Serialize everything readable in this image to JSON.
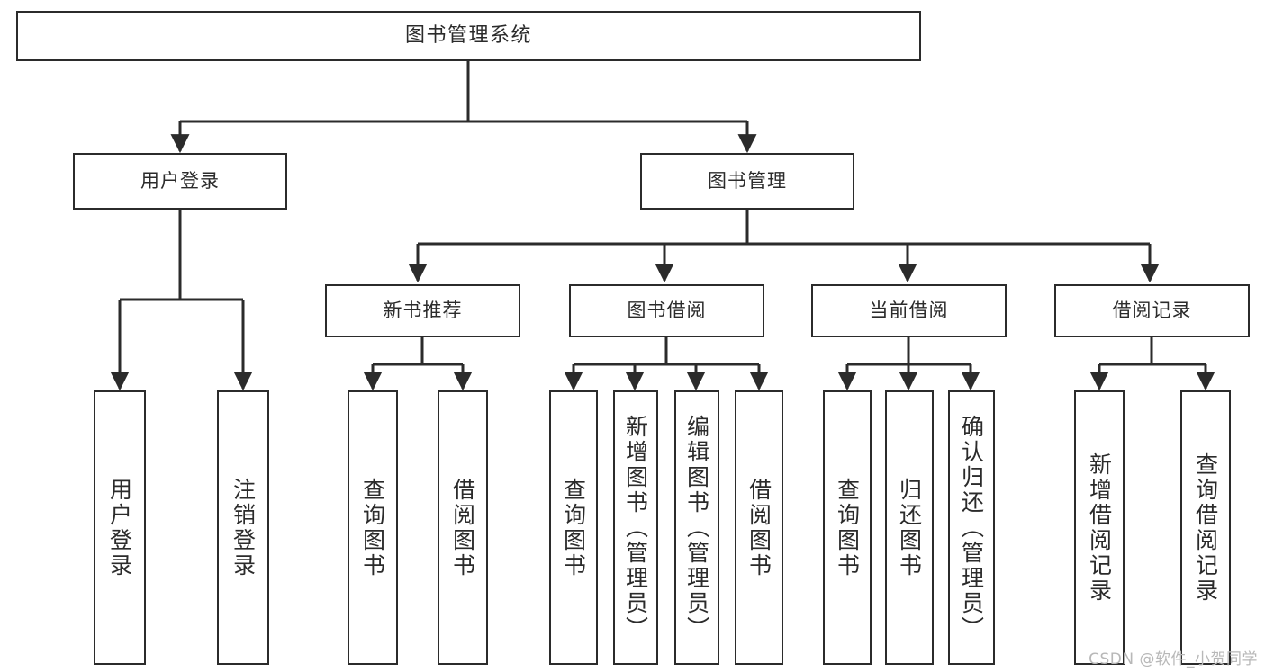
{
  "diagram": {
    "title": "图书管理系统",
    "type": "tree-hierarchy",
    "orientation": "top-down",
    "colors": {
      "stroke": "#2b2b2b",
      "fill": "#ffffff",
      "background": "#ffffff",
      "watermark": "#b8b8b8"
    }
  },
  "watermark": {
    "text": "CSDN @软件_小贺同学"
  },
  "nodes": {
    "root": {
      "label": "图书管理系统"
    },
    "level1": [
      {
        "id": "user-login",
        "label": "用户登录"
      },
      {
        "id": "book-manage",
        "label": "图书管理"
      }
    ],
    "level2": [
      {
        "id": "new-book-rec",
        "label": "新书推荐"
      },
      {
        "id": "book-borrow",
        "label": "图书借阅"
      },
      {
        "id": "current-borrow",
        "label": "当前借阅"
      },
      {
        "id": "borrow-record",
        "label": "借阅记录"
      }
    ],
    "leaves": {
      "user-login": [
        {
          "id": "leaf-user-login",
          "label": "用户登录"
        },
        {
          "id": "leaf-logout-login",
          "label": "注销登录"
        }
      ],
      "new-book-rec": [
        {
          "id": "leaf-query-book-1",
          "label": "查询图书"
        },
        {
          "id": "leaf-borrow-book-1",
          "label": "借阅图书"
        }
      ],
      "book-borrow": [
        {
          "id": "leaf-query-book-2",
          "label": "查询图书"
        },
        {
          "id": "leaf-add-book",
          "label": "新增图书（管理员）"
        },
        {
          "id": "leaf-edit-book",
          "label": "编辑图书（管理员）"
        },
        {
          "id": "leaf-borrow-book-2",
          "label": "借阅图书"
        }
      ],
      "current-borrow": [
        {
          "id": "leaf-query-book-3",
          "label": "查询图书"
        },
        {
          "id": "leaf-return-book",
          "label": "归还图书"
        },
        {
          "id": "leaf-confirm-return",
          "label": "确认归还（管理员）"
        }
      ],
      "borrow-record": [
        {
          "id": "leaf-add-record",
          "label": "新增借阅记录"
        },
        {
          "id": "leaf-query-record",
          "label": "查询借阅记录"
        }
      ]
    }
  }
}
